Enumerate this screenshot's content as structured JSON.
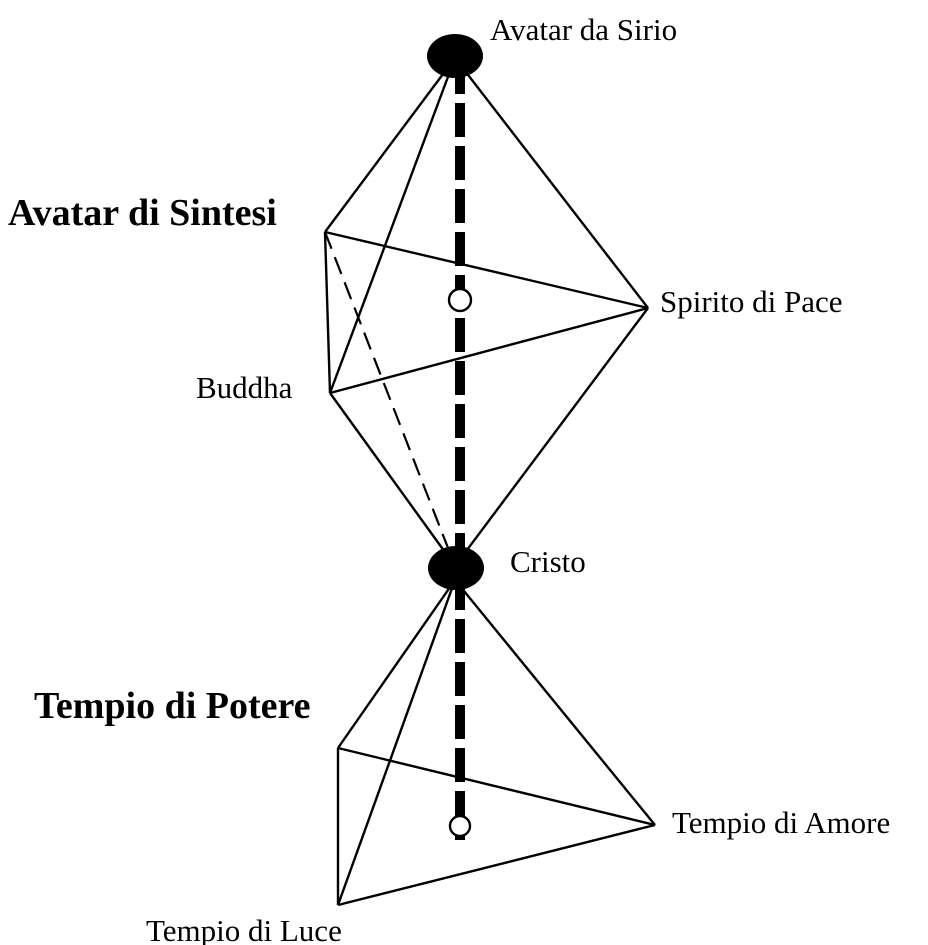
{
  "diagram": {
    "labels": {
      "avatar_da_sirio": "Avatar da Sirio",
      "avatar_di_sintesi": "Avatar di Sintesi",
      "spirito_di_pace": "Spirito di Pace",
      "buddha": "Buddha",
      "cristo": "Cristo",
      "tempio_di_potere": "Tempio di Potere",
      "tempio_di_amore": "Tempio di Amore",
      "tempio_di_luce": "Tempio di Luce"
    }
  }
}
